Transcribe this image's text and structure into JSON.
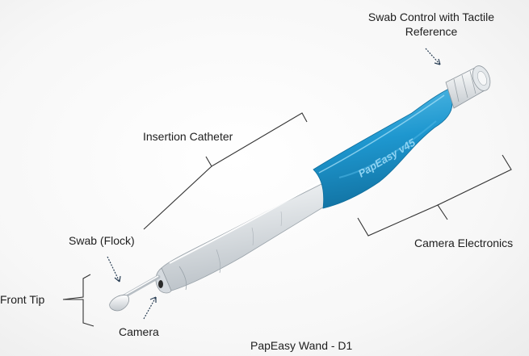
{
  "labels": {
    "swab_control_line1": "Swab Control with Tactile",
    "swab_control_line2": "Reference",
    "insertion_catheter": "Insertion Catheter",
    "camera_electronics": "Camera Electronics",
    "swab_flock": "Swab (Flock)",
    "front_tip": "Front Tip",
    "camera": "Camera"
  },
  "brand_text": "PapEasy v45",
  "caption": "PapEasy Wand - D1",
  "colors": {
    "body_blue": "#1e97cf",
    "body_white": "#e8ecef",
    "text": "#1e1e1e"
  }
}
